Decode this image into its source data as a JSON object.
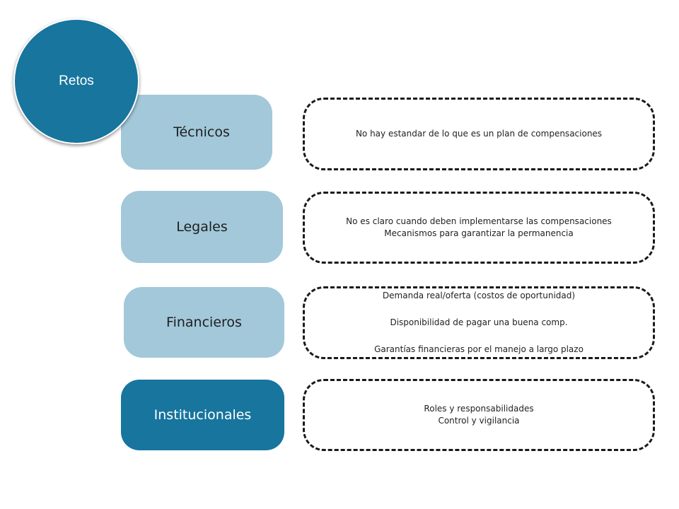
{
  "root": {
    "label": "Retos"
  },
  "colors": {
    "dark_blue": "#17759e",
    "light_blue": "#a2c8da",
    "border": "#1a1a1a"
  },
  "rows": [
    {
      "category": "Técnicos",
      "lines": [
        "No hay estandar de lo que es un plan de compensaciones"
      ]
    },
    {
      "category": "Legales",
      "lines": [
        "No es claro cuando deben implementarse las compensaciones",
        "Mecanismos para garantizar la permanencia"
      ]
    },
    {
      "category": "Financieros",
      "lines": [
        "Demanda real/oferta (costos de oportunidad)",
        "Disponibilidad de pagar una buena comp.",
        "Garantías financieras por el manejo a largo plazo"
      ]
    },
    {
      "category": "Institucionales",
      "lines": [
        "Roles y responsabilidades",
        "Control y vigilancia"
      ]
    }
  ]
}
